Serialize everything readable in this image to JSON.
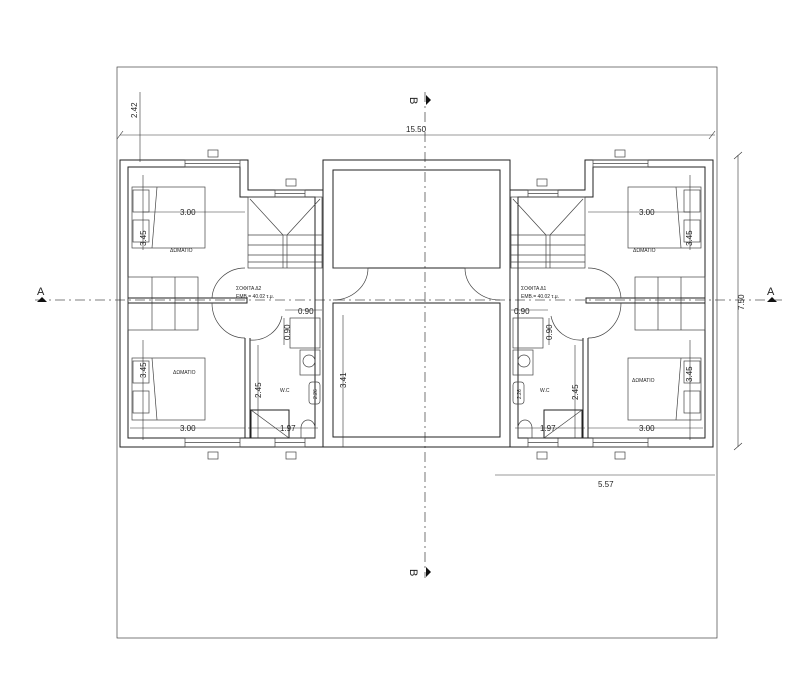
{
  "section_markers": {
    "b_top": "B",
    "b_bottom": "B",
    "a_left": "A",
    "a_right": "A"
  },
  "overall_dimensions": {
    "width": "15.50",
    "setback_top": "2.42",
    "depth": "7.50",
    "unit_width": "5.57"
  },
  "units": [
    {
      "name": "ΣΟΦΙΤΑ Δ2",
      "area": "ΕΜΒ.= 40.02 τ.μ.",
      "bedroom_top": {
        "label": "ΔΩΜΑΤΙΟ",
        "width": "3.00",
        "depth": "3.45"
      },
      "bedroom_bottom": {
        "label": "ΔΩΜΑΤΙΟ",
        "width": "3.00",
        "depth": "3.45"
      },
      "wc": {
        "label": "W.C",
        "depth": "2.45",
        "width": "1.97",
        "fixture": "2.26"
      },
      "door_width": "0.90",
      "door_width_vertical": "0.90",
      "corridor_depth": "3.41"
    },
    {
      "name": "ΣΟΦΙΤΑ Δ1",
      "area": "ΕΜΒ.= 40.02 τ.μ.",
      "bedroom_top": {
        "label": "ΔΩΜΑΤΙΟ",
        "width": "3.00",
        "depth": "3.45"
      },
      "bedroom_bottom": {
        "label": "ΔΩΜΑΤΙΟ",
        "width": "3.00",
        "depth": "3.45"
      },
      "wc": {
        "label": "W.C",
        "depth": "2.45",
        "width": "1.97",
        "fixture": "2.26"
      },
      "door_width": "0.90",
      "door_width_vertical": "0.90"
    }
  ]
}
